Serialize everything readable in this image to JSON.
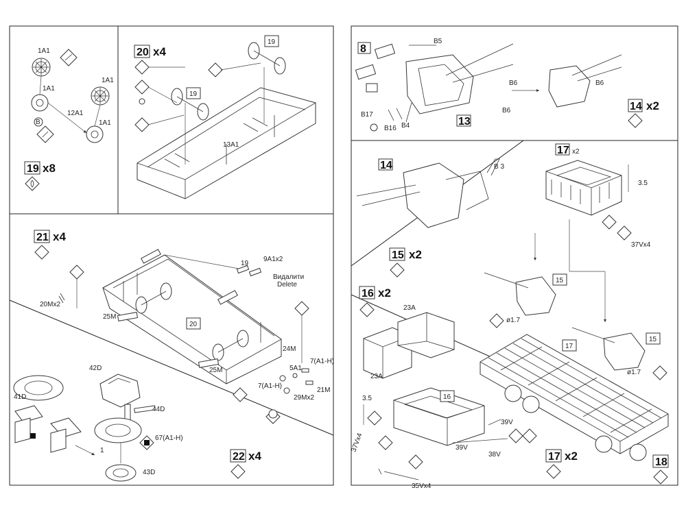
{
  "steps": {
    "s19": {
      "num": "19",
      "mult": "x8"
    },
    "s20": {
      "num": "20",
      "mult": "x4"
    },
    "s21": {
      "num": "21",
      "mult": "x4"
    },
    "s22": {
      "num": "22",
      "mult": "x4"
    },
    "s8": {
      "num": "8"
    },
    "s13": {
      "num": "13"
    },
    "s14": {
      "num": "14",
      "mult": "x2"
    },
    "s14ref": {
      "num": "14"
    },
    "s15": {
      "num": "15",
      "mult": "x2"
    },
    "s16": {
      "num": "16",
      "mult": "x2"
    },
    "s17": {
      "num": "17",
      "mult": "x2"
    },
    "s17top": {
      "num": "17",
      "mult": "x2"
    },
    "s18": {
      "num": "18"
    }
  },
  "refs": {
    "r19a": "19",
    "r19b": "19",
    "r20": "20",
    "r15a": "15",
    "r15b": "15",
    "r16": "16",
    "r17": "17"
  },
  "labels": {
    "p1a1_a": "1A1",
    "p1a1_b": "1A1",
    "p1a1_c": "1A1",
    "p1a1_d": "1A1",
    "p12a1": "12A1",
    "p13a1": "13A1",
    "p9a1x2": "9A1x2",
    "delete_uk": "Видалити",
    "delete_en": "Delete",
    "p19_21": "19",
    "p20mx2": "20Mx2",
    "p25m_a": "25M",
    "p25m_b": "25M",
    "p24m": "24M",
    "p5a1": "5A1",
    "p7a1h_a": "7(A1-H)",
    "p7a1h_b": "7(A1-H)",
    "p21m": "21M",
    "p29mx2": "29Mx2",
    "p42d": "42D",
    "p41d": "41D",
    "p44d": "44D",
    "p67": "67(A1-H)",
    "p43d": "43D",
    "p1": "1",
    "pb5": "B5",
    "pb6a": "B6",
    "pb6b": "B6",
    "pb6c": "B6",
    "pb17": "B17",
    "pb16": "B16",
    "pb4": "B4",
    "pb3": "B 3",
    "p35a": "3.5",
    "p35b": "3.5",
    "p37vx4a": "37Vx4",
    "p37vx4b": "37Vx4",
    "p23a_a": "23A",
    "p23a_b": "23A",
    "p39v_a": "39V",
    "p39v_b": "39V",
    "p38v": "38V",
    "p35vx4": "35Vx4",
    "po17a": "ø1.7",
    "po17b": "ø1.7",
    "pcirc_b": "B"
  }
}
